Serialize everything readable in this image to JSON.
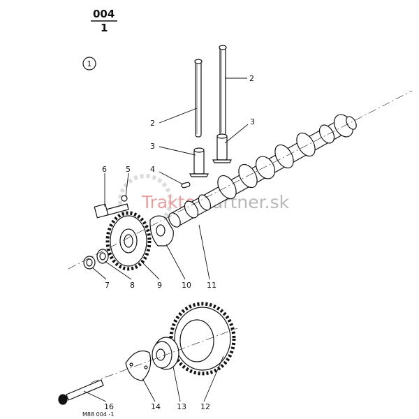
{
  "header": {
    "top": "004",
    "bottom": "1"
  },
  "group_marker": "1",
  "reference": "M88  004 -1",
  "watermark": {
    "part1": "Traktor",
    "part2": "Partner.sk",
    "color1": "#e8a0a0",
    "color2": "#b8b8b8"
  },
  "callouts": [
    "2",
    "2",
    "3",
    "3",
    "4",
    "5",
    "6",
    "7",
    "8",
    "9",
    "10",
    "11",
    "12",
    "13",
    "14",
    "16"
  ],
  "colors": {
    "ink": "#111111",
    "paper": "#ffffff"
  }
}
